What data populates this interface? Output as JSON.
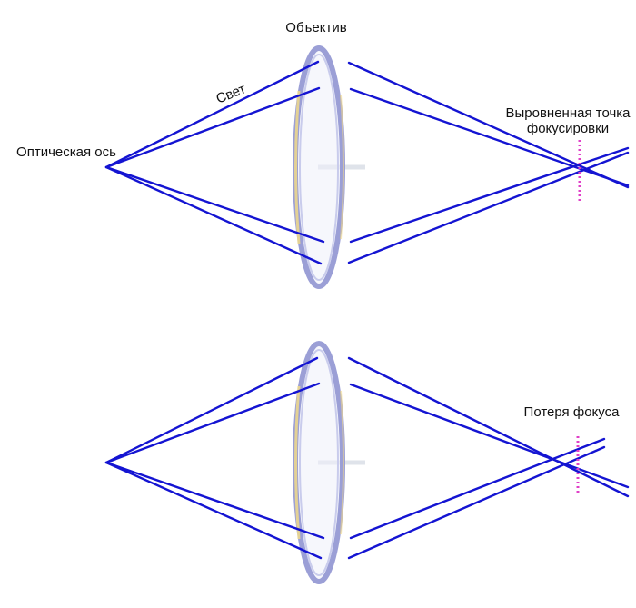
{
  "labels": {
    "lens": "Объектив",
    "light": "Свет",
    "optical_axis": "Оптическая ось",
    "aligned_focus_line1": "Выровненная точка",
    "aligned_focus_line2": "фокусировки",
    "focus_loss": "Потеря фокуса"
  },
  "colors": {
    "ray": "#1414d2",
    "axis": "#7b9cc9",
    "lens_rim": "#9b9fd6",
    "lens_glint": "#f0d98a",
    "focus_marker": "#e040c8"
  }
}
